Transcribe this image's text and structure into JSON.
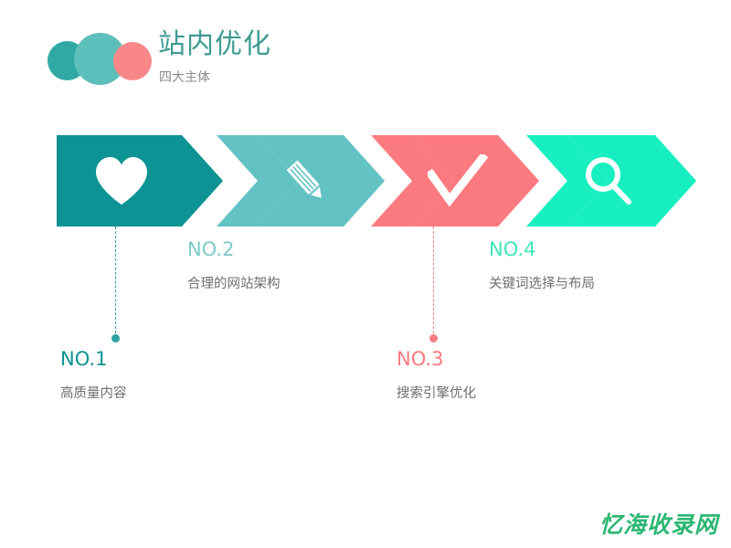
{
  "header": {
    "title": "站内优化",
    "subtitle": "四大主体",
    "title_color": "#3E9B94",
    "subtitle_color": "#8A8A8A",
    "circles": [
      {
        "name": "circle-dark",
        "color": "#30A9A4"
      },
      {
        "name": "circle-mid",
        "color": "#5DBFBB"
      },
      {
        "name": "circle-pink",
        "color": "#F98789"
      }
    ]
  },
  "steps": [
    {
      "no": "NO.1",
      "desc": "高质量内容",
      "color": "#0D9393",
      "icon": "heart-icon",
      "has_connector": true
    },
    {
      "no": "NO.2",
      "desc": "合理的网站架构",
      "color": "#63C2C4",
      "icon": "pencil-icon",
      "has_connector": false
    },
    {
      "no": "NO.3",
      "desc": "搜索引擎优化",
      "color": "#FB7A7F",
      "icon": "check-icon",
      "has_connector": true
    },
    {
      "no": "NO.4",
      "desc": "关键词选择与布局",
      "color": "#17EFC0",
      "icon": "search-icon",
      "has_connector": false
    }
  ],
  "watermark": {
    "text": "忆海收录网",
    "color": "#2BB673"
  }
}
